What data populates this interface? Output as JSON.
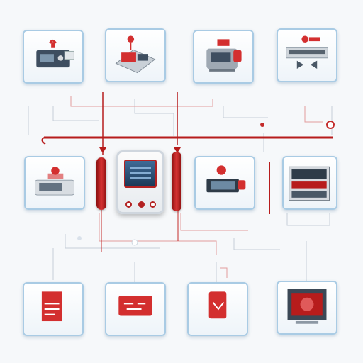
{
  "diagram": {
    "nodes": [
      {
        "id": "top-1",
        "icon": "control-box-icon",
        "label": "",
        "sub": ""
      },
      {
        "id": "top-2",
        "icon": "machine-icon",
        "label": "",
        "sub": ""
      },
      {
        "id": "top-3",
        "icon": "printer-icon",
        "label": "",
        "sub": ""
      },
      {
        "id": "top-4",
        "icon": "appliance-icon",
        "label": "",
        "sub": ""
      },
      {
        "id": "mid-1",
        "icon": "heater-unit-icon",
        "label": "",
        "sub": ""
      },
      {
        "id": "mid-3",
        "icon": "meter-icon",
        "label": "",
        "sub": ""
      },
      {
        "id": "mid-4",
        "icon": "panel-icon",
        "label": "",
        "sub": ""
      },
      {
        "id": "bot-1",
        "icon": "red-card-icon",
        "label": "",
        "sub": ""
      },
      {
        "id": "bot-2",
        "icon": "red-card-icon",
        "label": "",
        "sub": ""
      },
      {
        "id": "bot-3",
        "icon": "red-card-icon",
        "label": "",
        "sub": ""
      },
      {
        "id": "bot-4",
        "icon": "display-icon",
        "label": "",
        "sub": ""
      }
    ],
    "hub": {
      "icon": "control-console-icon"
    },
    "colors": {
      "wire": "#c42b2b",
      "wire_light": "#e39c9c",
      "frame": "#a9cbe4",
      "accent": "#d32f2f",
      "device_dark": "#3e4e60"
    }
  }
}
